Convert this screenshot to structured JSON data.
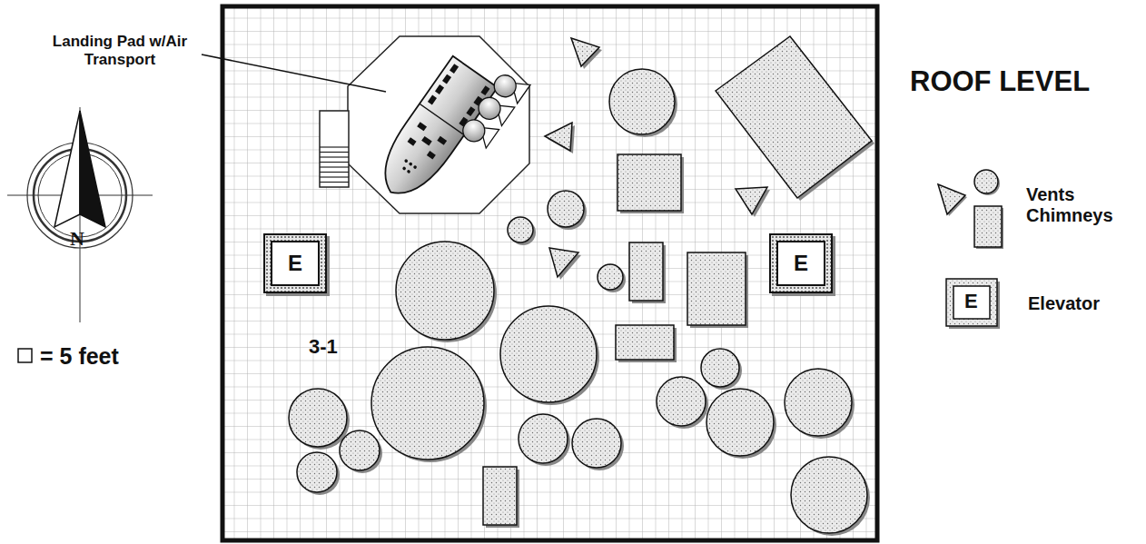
{
  "diagram": {
    "title": "ROOF LEVEL",
    "nodes": [
      {
        "text": [
          "E"
        ]
      },
      {
        "text": [
          "E"
        ]
      }
    ],
    "labels": [
      "Landing Pad w/Air Transport",
      "3-1",
      "= 5 feet",
      "N",
      "E"
    ],
    "legend": [
      {
        "text": "Vents Chimneys"
      },
      {
        "text": "Elevator"
      }
    ]
  }
}
